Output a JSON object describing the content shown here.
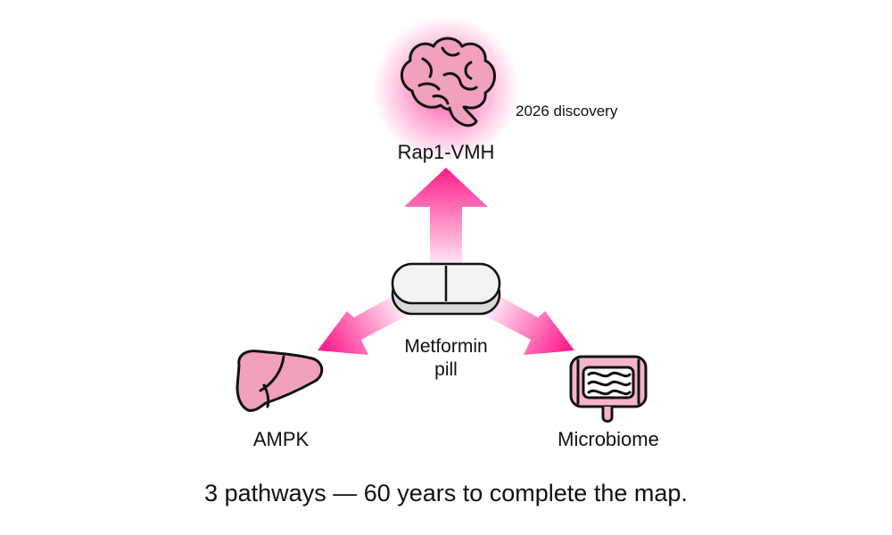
{
  "diagram": {
    "center": {
      "label_line1": "Metformin",
      "label_line2": "pill",
      "icon": "pill-icon"
    },
    "nodes": [
      {
        "id": "brain",
        "label": "Rap1-VMH",
        "icon": "brain-icon",
        "note": "2026 discovery",
        "highlight": true
      },
      {
        "id": "liver",
        "label": "AMPK",
        "icon": "liver-icon"
      },
      {
        "id": "gut",
        "label": "Microbiome",
        "icon": "intestine-icon"
      }
    ],
    "caption": "3 pathways — 60 years to complete the map."
  },
  "colors": {
    "accent": "#ff1f8e",
    "organ_fill": "#f2a0c0",
    "organ_fill_gut": "#f6b3cc",
    "outline": "#111111",
    "pill_fill": "#f2f2f2",
    "glow": "#ff2d93"
  }
}
